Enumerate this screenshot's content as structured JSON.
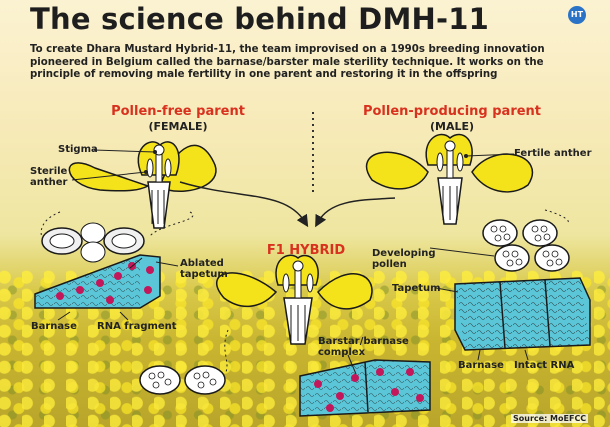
{
  "title": "The science behind DMH-11",
  "badge": "HT",
  "intro": "To create Dhara Mustard Hybrid-11, the team improvised on a 1990s breeding innovation pioneered in Belgium called the barnase/barster male sterility technique. It works on the principle of removing male fertility in one parent and restoring it in the offspring",
  "female": {
    "heading": "Pollen-free parent",
    "sub": "(FEMALE)",
    "labels": {
      "stigma": "Stigma",
      "sterile_anther": "Sterile anther",
      "ablated_tapetum": "Ablated tapetum",
      "barnase": "Barnase",
      "rna_fragment": "RNA fragment"
    }
  },
  "male": {
    "heading": "Pollen-producing parent",
    "sub": "(MALE)",
    "labels": {
      "fertile_anther": "Fertile anther",
      "developing_pollen": "Developing pollen",
      "tapetum": "Tapetum",
      "barnase": "Barnase",
      "intact_rna": "Intact RNA"
    }
  },
  "hybrid": {
    "heading": "F1 HYBRID",
    "labels": {
      "complex": "Barstar/barnase complex"
    }
  },
  "source": "Source: MoEFCC",
  "colors": {
    "petal": "#f4e21a",
    "petal_stroke": "#1a1a1a",
    "tapetum": "#5bc6d8",
    "rna": "#c2185b",
    "heading": "#d8321f"
  }
}
